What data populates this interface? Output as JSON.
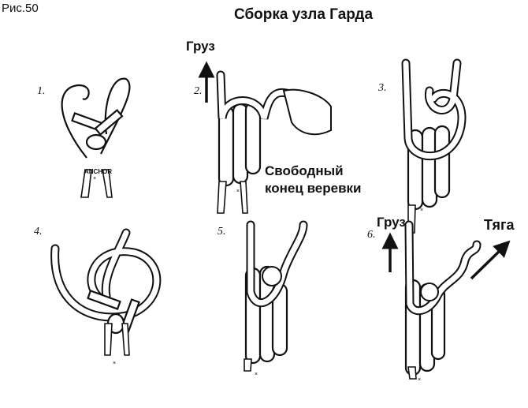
{
  "figure_label": "Рис.50",
  "title": "Сборка узла Гарда",
  "steps": [
    {
      "number": "1.",
      "labels": {
        "anchor": "ANCHOR"
      }
    },
    {
      "number": "2.",
      "labels": {
        "load": "Груз",
        "free_end_line1": "Свободный",
        "free_end_line2": "конец веревки"
      }
    },
    {
      "number": "3."
    },
    {
      "number": "4."
    },
    {
      "number": "5."
    },
    {
      "number": "6.",
      "labels": {
        "load": "Груз",
        "pull": "Тяга"
      }
    }
  ]
}
